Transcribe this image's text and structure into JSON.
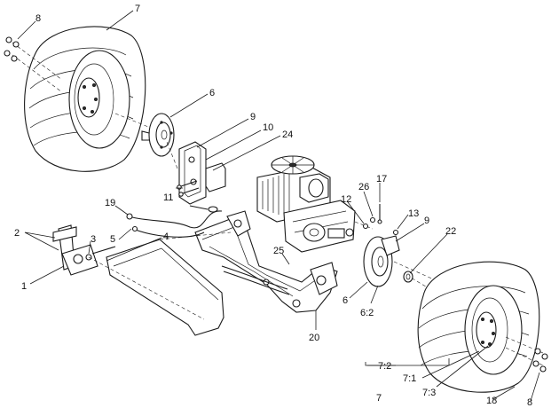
{
  "callouts": [
    {
      "id": "c8a",
      "text": "8"
    },
    {
      "id": "c7a",
      "text": "7"
    },
    {
      "id": "c6a",
      "text": "6"
    },
    {
      "id": "c9a",
      "text": "9"
    },
    {
      "id": "c10",
      "text": "10"
    },
    {
      "id": "c24",
      "text": "24"
    },
    {
      "id": "c11",
      "text": "11"
    },
    {
      "id": "c19",
      "text": "19"
    },
    {
      "id": "c2",
      "text": "2"
    },
    {
      "id": "c3",
      "text": "3"
    },
    {
      "id": "c5",
      "text": "5"
    },
    {
      "id": "c4",
      "text": "4"
    },
    {
      "id": "c1",
      "text": "1"
    },
    {
      "id": "c26",
      "text": "26"
    },
    {
      "id": "c17",
      "text": "17"
    },
    {
      "id": "c12",
      "text": "12"
    },
    {
      "id": "c13",
      "text": "13"
    },
    {
      "id": "c9b",
      "text": "9"
    },
    {
      "id": "c22",
      "text": "22"
    },
    {
      "id": "c25",
      "text": "25"
    },
    {
      "id": "c6b",
      "text": "6"
    },
    {
      "id": "c62",
      "text": "6:2"
    },
    {
      "id": "c20",
      "text": "20"
    },
    {
      "id": "c72",
      "text": "7:2"
    },
    {
      "id": "c71",
      "text": "7:1"
    },
    {
      "id": "c73",
      "text": "7:3"
    },
    {
      "id": "c7b",
      "text": "7"
    },
    {
      "id": "c18",
      "text": "18"
    },
    {
      "id": "c8b",
      "text": "8"
    }
  ]
}
